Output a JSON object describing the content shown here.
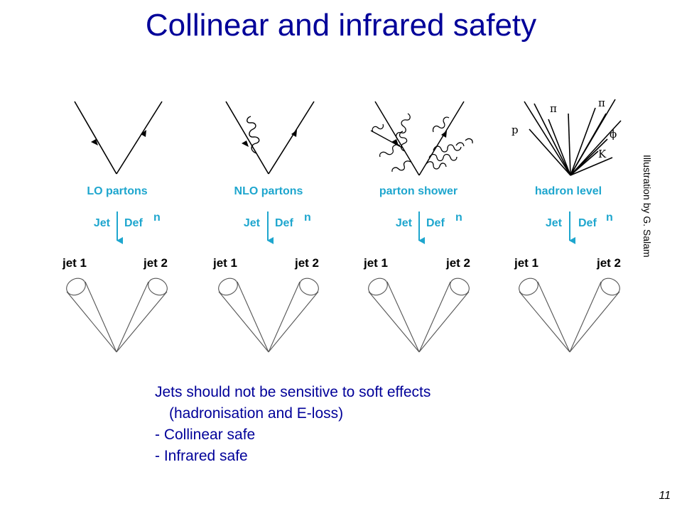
{
  "slide": {
    "title": "Collinear and infrared safety",
    "credit": "Illustration by G. Salam",
    "page_number": "11"
  },
  "diagram": {
    "panels": [
      {
        "label": "LO partons",
        "jet_def": {
          "left": "Jet",
          "right": "Def",
          "superscript": "n"
        },
        "jets": [
          "jet 1",
          "jet 2"
        ]
      },
      {
        "label": "NLO partons",
        "jet_def": {
          "left": "Jet",
          "right": "Def",
          "superscript": "n"
        },
        "jets": [
          "jet 1",
          "jet 2"
        ]
      },
      {
        "label": "parton shower",
        "jet_def": {
          "left": "Jet",
          "right": "Def",
          "superscript": "n"
        },
        "jets": [
          "jet 1",
          "jet 2"
        ]
      },
      {
        "label": "hadron level",
        "jet_def": {
          "left": "Jet",
          "right": "Def",
          "superscript": "n"
        },
        "jets": [
          "jet 1",
          "jet 2"
        ],
        "particles": [
          "p",
          "π",
          "π",
          "ϕ",
          "K"
        ]
      }
    ],
    "colors": {
      "label": "#1ea6ce",
      "lines": "#000000"
    }
  },
  "text": {
    "lines": [
      "Jets should not be sensitive to soft effects",
      "(hadronisation and E-loss)",
      "-  Collinear safe",
      "-  Infrared safe"
    ]
  }
}
